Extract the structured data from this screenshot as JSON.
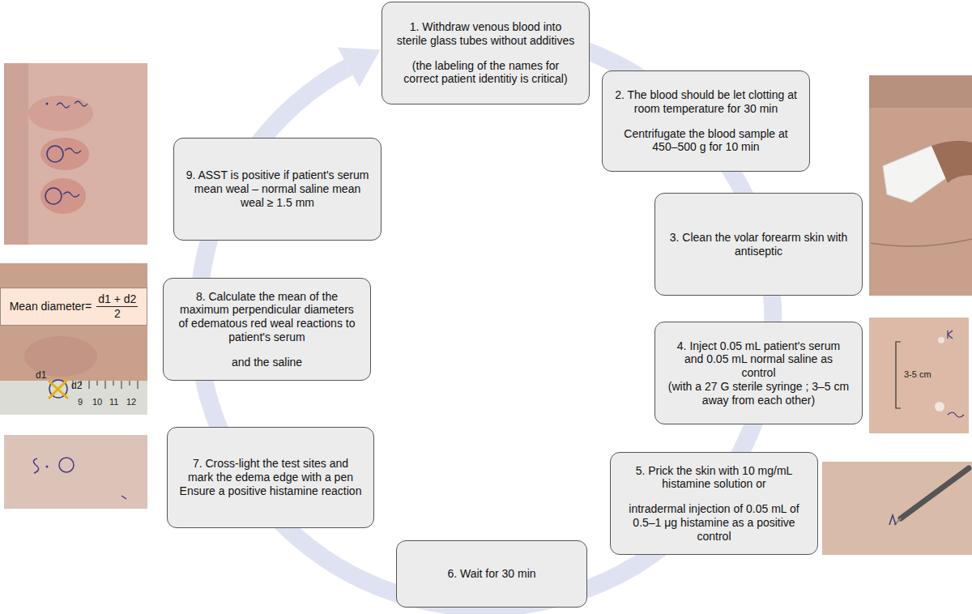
{
  "diagram": {
    "nodes": [
      {
        "text": [
          "1. Withdraw venous blood into sterile glass tubes without additives",
          "(the labeling of the names for correct patient identitiy is critical)"
        ]
      },
      {
        "text": [
          "2. The blood should be let clotting at room temperature for 30 min",
          "Centrifugate the blood sample at 450–500 g for 10 min"
        ]
      },
      {
        "text": [
          "3. Clean the volar forearm skin with antiseptic"
        ]
      },
      {
        "text": [
          "4. Inject 0.05 mL patient's serum and 0.05 mL normal saline as control",
          "(with a 27 G sterile syringe ; 3–5 cm away from each other)"
        ]
      },
      {
        "text": [
          "5. Prick the skin with 10 mg/mL histamine solution or",
          "intradermal injection of 0.05 mL of 0.5–1 μg histamine as a positive control"
        ]
      },
      {
        "text": [
          "6. Wait for 30 min"
        ]
      },
      {
        "text": [
          "7. Cross-light the test sites and mark the edema edge with a pen",
          "Ensure a positive histamine reaction"
        ]
      },
      {
        "text": [
          "8. Calculate the mean of the maximum perpendicular diameters of edematous red weal reactions to patient's serum",
          "and the saline"
        ]
      },
      {
        "text": [
          "9. ASST is positive if patient's serum mean weal – normal saline mean weal ≥ 1.5 mm"
        ]
      },
      {
        "text": [
          "Mean diameter=",
          "d1 + d2",
          "2"
        ]
      }
    ],
    "labels": [
      "d1",
      "d2",
      "9",
      "10",
      "11",
      "12",
      "3-5 cm"
    ]
  }
}
